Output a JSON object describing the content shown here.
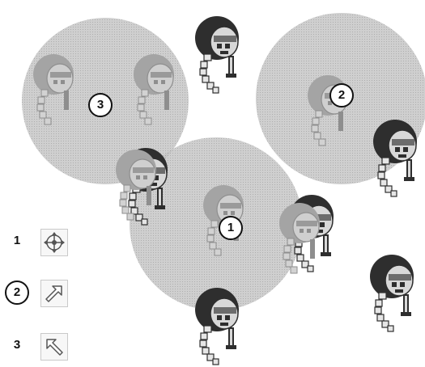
{
  "colors": {
    "circle_fill": "#bdbdbd",
    "circle_stroke": "#9a9a9a",
    "figure_dark": "#2e2e2e",
    "figure_mid": "#6c6c6c",
    "figure_light": "#d8d8d8",
    "figure_ghost": "#a4a4a4",
    "callout_border": "#111111",
    "button_border": "#c9c9c9",
    "button_bg": "#f7f7f7"
  },
  "callouts": {
    "one": "1",
    "two": "2",
    "three": "3"
  },
  "legend": {
    "items": [
      {
        "number": "1",
        "circled": false,
        "icon": "move-crosshair-icon"
      },
      {
        "number": "2",
        "circled": true,
        "icon": "arrow-up-right-icon"
      },
      {
        "number": "3",
        "circled": false,
        "icon": "arrow-up-left-icon"
      }
    ]
  }
}
